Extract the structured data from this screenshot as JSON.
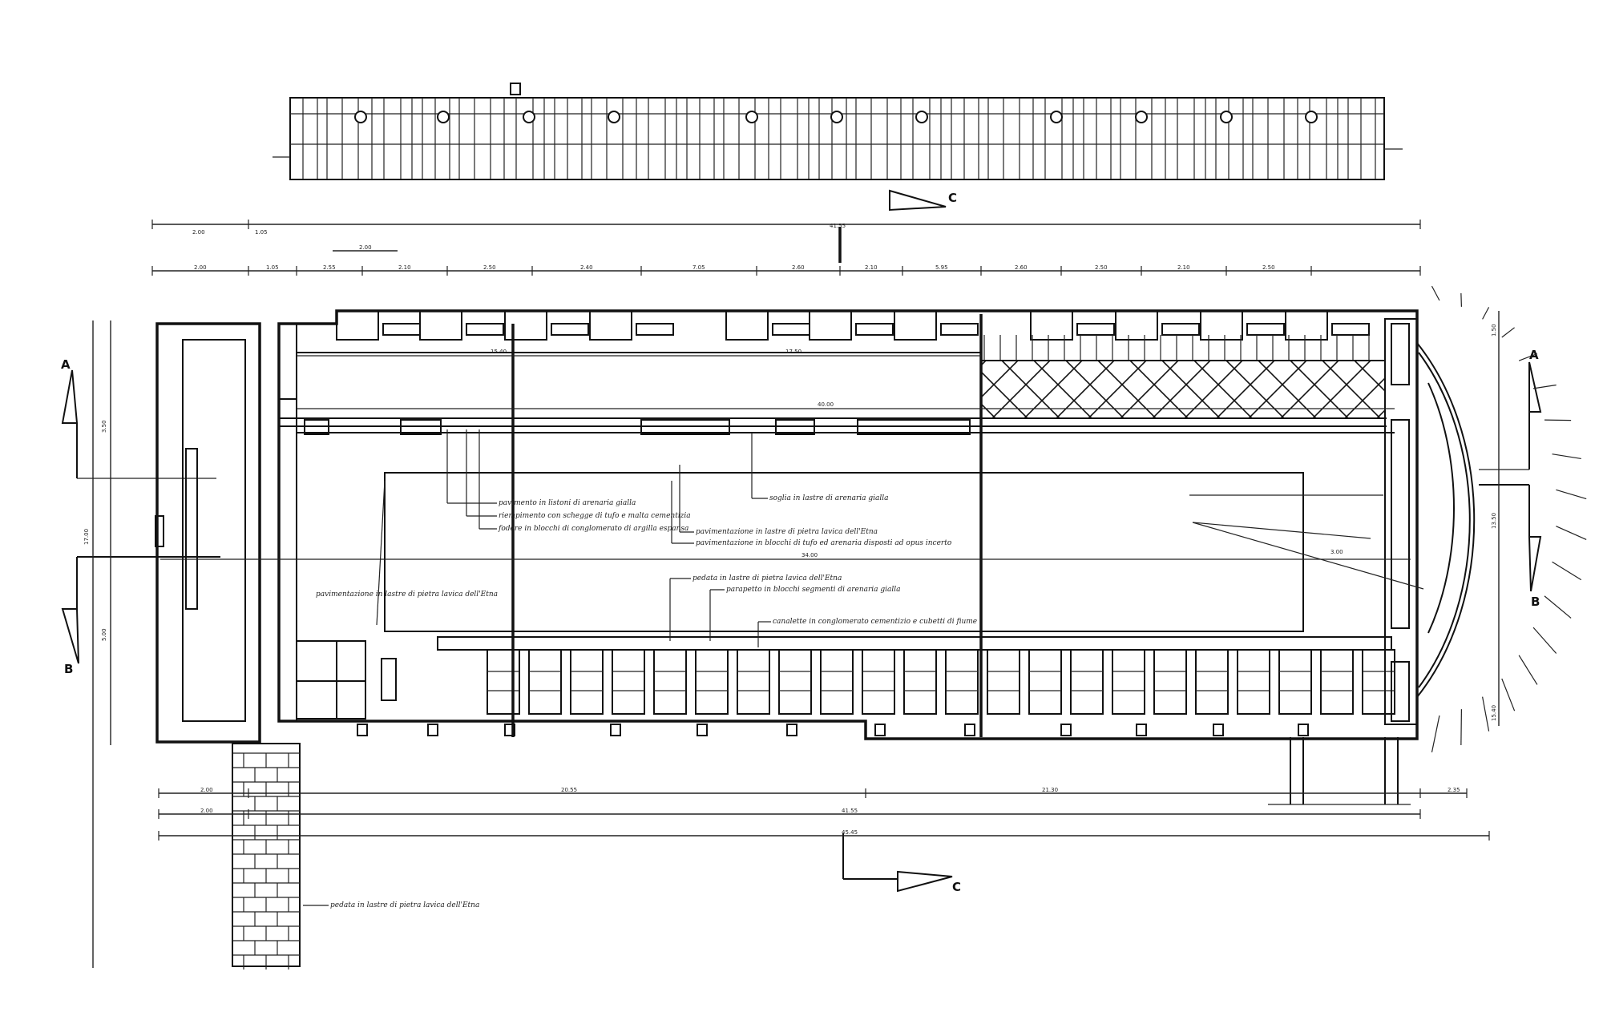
{
  "section_markers": {
    "a_left": "A",
    "a_right": "A",
    "b_left": "B",
    "b_right": "B",
    "c_top": "C",
    "c_bottom": "C"
  },
  "dimensions": {
    "top_total": "41.55",
    "top_seg1": "2.00",
    "top_seg2": "1.05",
    "sub_200": "2.00",
    "row2": [
      "2.00",
      "1.05",
      "2.55",
      "2.10",
      "2.50",
      "2.40",
      "7.05",
      "2.60",
      "2.10",
      "5.95",
      "2.60",
      "2.50",
      "2.10",
      "2.50"
    ],
    "inner_1540": "15.40",
    "inner_1750": "17.50",
    "inner_4000": "40.00",
    "bottom_a": "2.00",
    "bottom_2055": "20.55",
    "bottom_2130": "21.30",
    "bottom_235": "2.35",
    "bottom_b": "2.00",
    "bottom_4155": "41.55",
    "bottom_4545": "45.45",
    "left_1700": "17.00",
    "left_350": "3.50",
    "left_500": "5.00",
    "right_1350": "13.50",
    "right_1540": "15.40",
    "right_150": "1.50",
    "mid_3400": "34.00",
    "mid_300": "3.00"
  },
  "notes": {
    "n1": "pavimento in listoni di arenaria gialla",
    "n2": "riempimento con schegge di tufo e malta cementizia",
    "n3": "fodere in blocchi di conglomerato di argilla espansa",
    "n4": "soglia in lastre di arenaria gialla",
    "n5": "pavimentazione in lastre di pietra lavica dell'Etna",
    "n6": "pavimentazione in blocchi di tufo ed arenaria disposti ad opus incerto",
    "n7": "pavimentazione in lastre di pietra lavica dell'Etna",
    "n8": "pedata in lastre di pietra lavica dell'Etna",
    "n9": "parapetto in blocchi segmenti di arenaria gialla",
    "n10": "canalette in conglomerato cementizio e cubetti di fiume",
    "n11": "pedata in lastre di pietra lavica dell'Etna"
  },
  "colors": {
    "ink": "#111111",
    "paper": "#ffffff"
  }
}
